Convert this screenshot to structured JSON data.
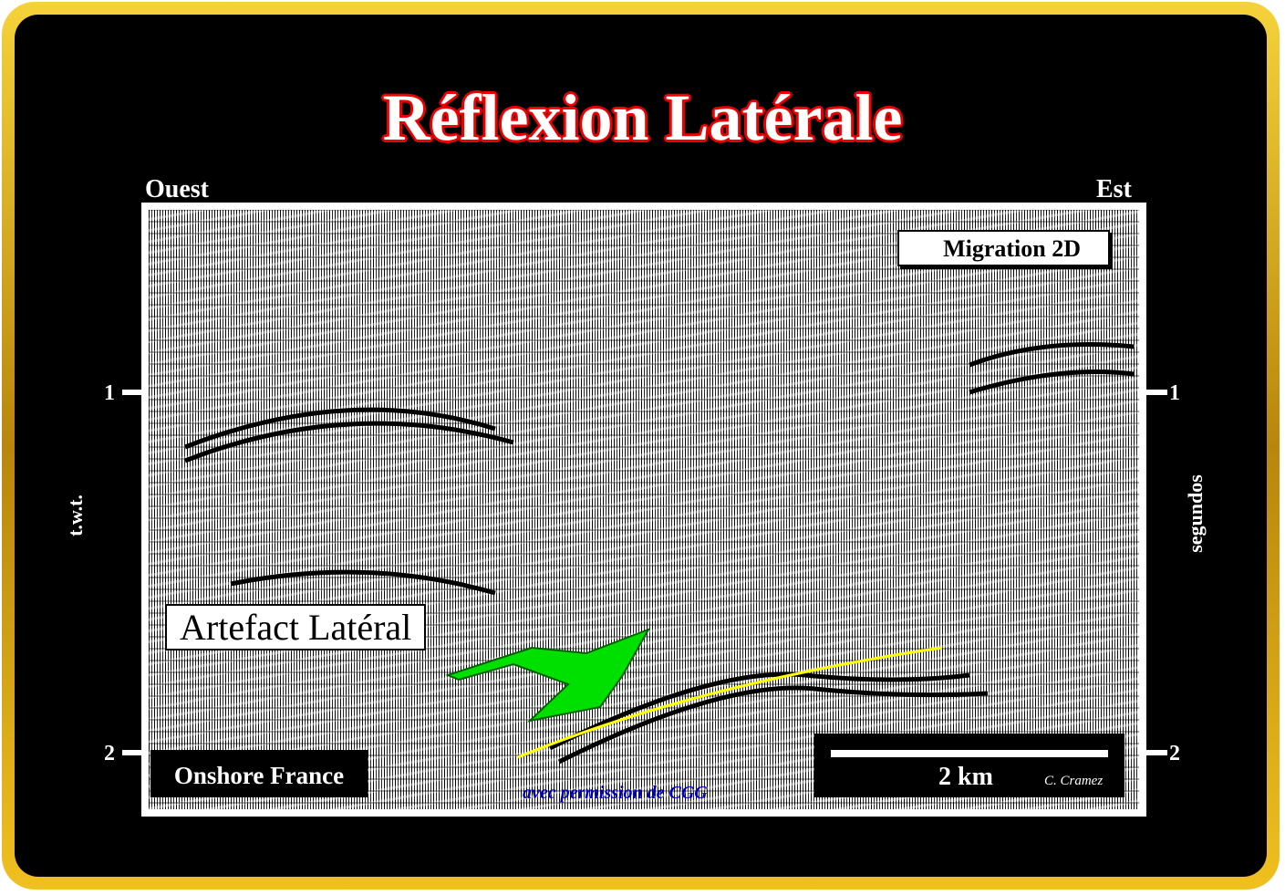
{
  "title": "Réflexion Latérale",
  "labels": {
    "west": "Ouest",
    "east": "Est",
    "left_axis": "t.w.t.",
    "right_axis": "segundos"
  },
  "ticks": [
    "1",
    "2"
  ],
  "boxes": {
    "migration": "Migration 2D",
    "artefact": "Artefact Latéral",
    "onshore": "Onshore France",
    "scale": "2 km",
    "author": "C. Cramez",
    "credit": "avec permission de CGG"
  },
  "colors": {
    "frame": "#d4a017",
    "title_outline": "#e00000",
    "arrow": "#00e000",
    "horizon": "#ffff00",
    "credit": "#0000c0"
  }
}
